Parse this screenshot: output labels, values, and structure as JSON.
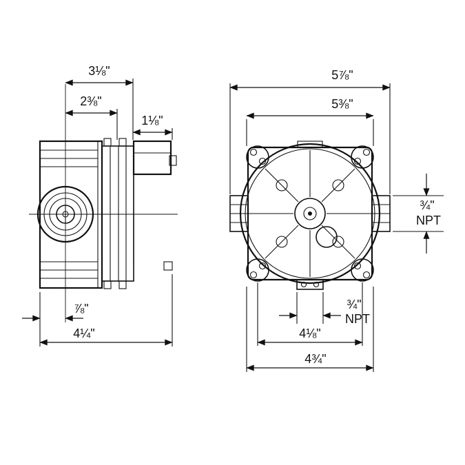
{
  "drawing": {
    "side_view": {
      "dim_top_width": "3⅛\"",
      "dim_upper_width": "2⅜\"",
      "dim_step": "1⅛\"",
      "dim_small_depth": "⅞\"",
      "dim_overall_depth": "4¼\""
    },
    "front_view": {
      "dim_overall_width": "5⅞\"",
      "dim_plate_width": "5⅜\"",
      "dim_hole_spacing": "4⅛\"",
      "dim_overall_height": "4¾\"",
      "side_port_size": "¾\"",
      "side_port_thread": "NPT",
      "bottom_port_size": "¾\"",
      "bottom_port_thread": "NPT"
    }
  }
}
